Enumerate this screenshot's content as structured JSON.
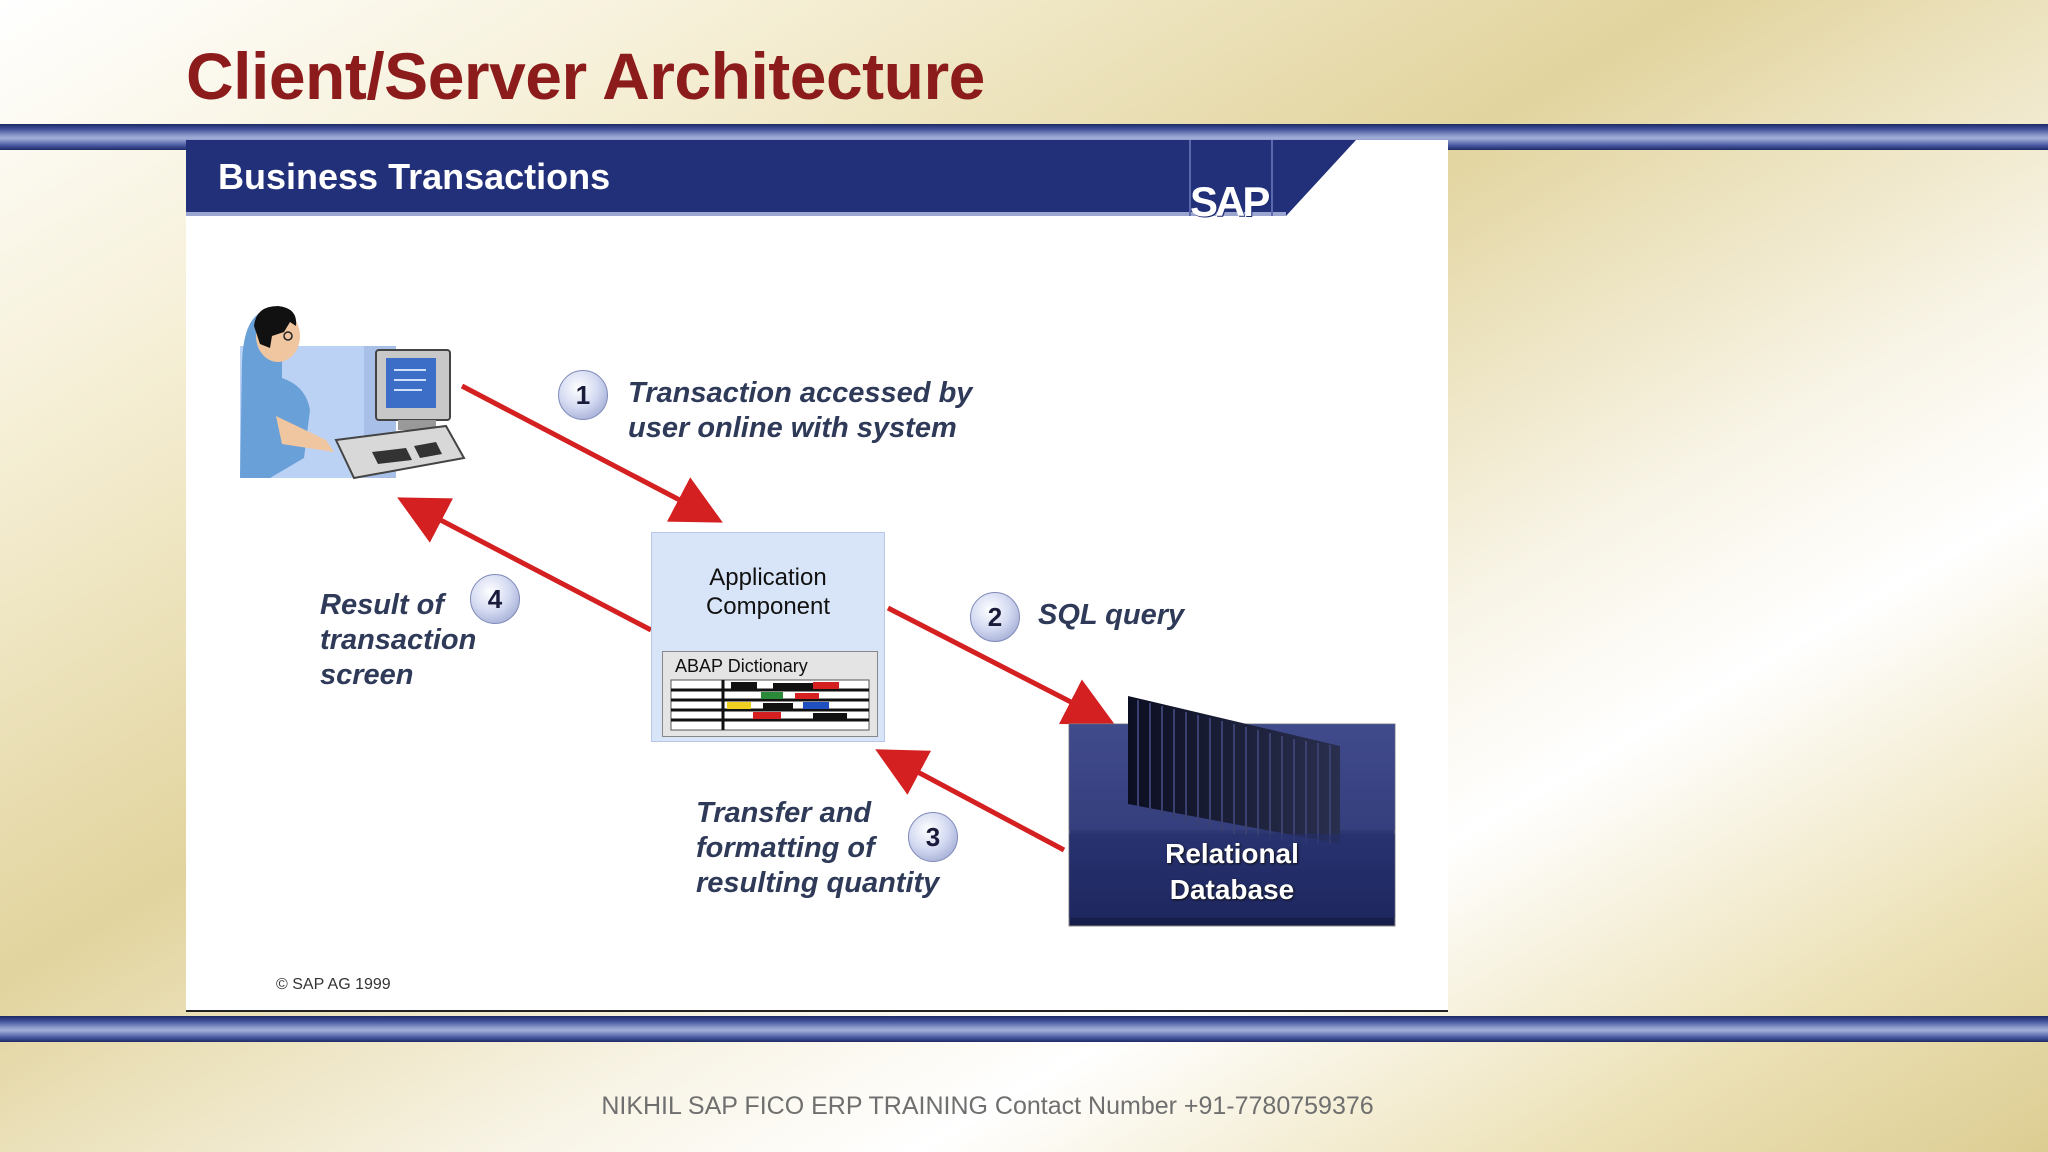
{
  "slide": {
    "title": "Client/Server Architecture",
    "footer": "NIKHIL SAP FICO ERP TRAINING Contact Number +91-7780759376"
  },
  "panel": {
    "title": "Business Transactions",
    "logo_text": "SAP",
    "copyright": "© SAP AG 1999"
  },
  "diagram": {
    "steps": [
      {
        "number": "1",
        "text": "Transaction accessed by\nuser online with system"
      },
      {
        "number": "2",
        "text": "SQL query"
      },
      {
        "number": "3",
        "text": "Transfer and\nformatting of\nresulting quantity"
      },
      {
        "number": "4",
        "text": "Result of\ntransaction\nscreen"
      }
    ],
    "application_component": "Application\nComponent",
    "dictionary": "ABAP Dictionary",
    "database": "Relational\nDatabase"
  },
  "colors": {
    "title": "#8c1c1c",
    "band": "#2c3a80",
    "header": "#22307a",
    "arrow": "#d42020",
    "label": "#2e3a58"
  },
  "icons": [
    "user-at-computer-icon",
    "database-server-icon",
    "abap-dictionary-table-icon"
  ]
}
